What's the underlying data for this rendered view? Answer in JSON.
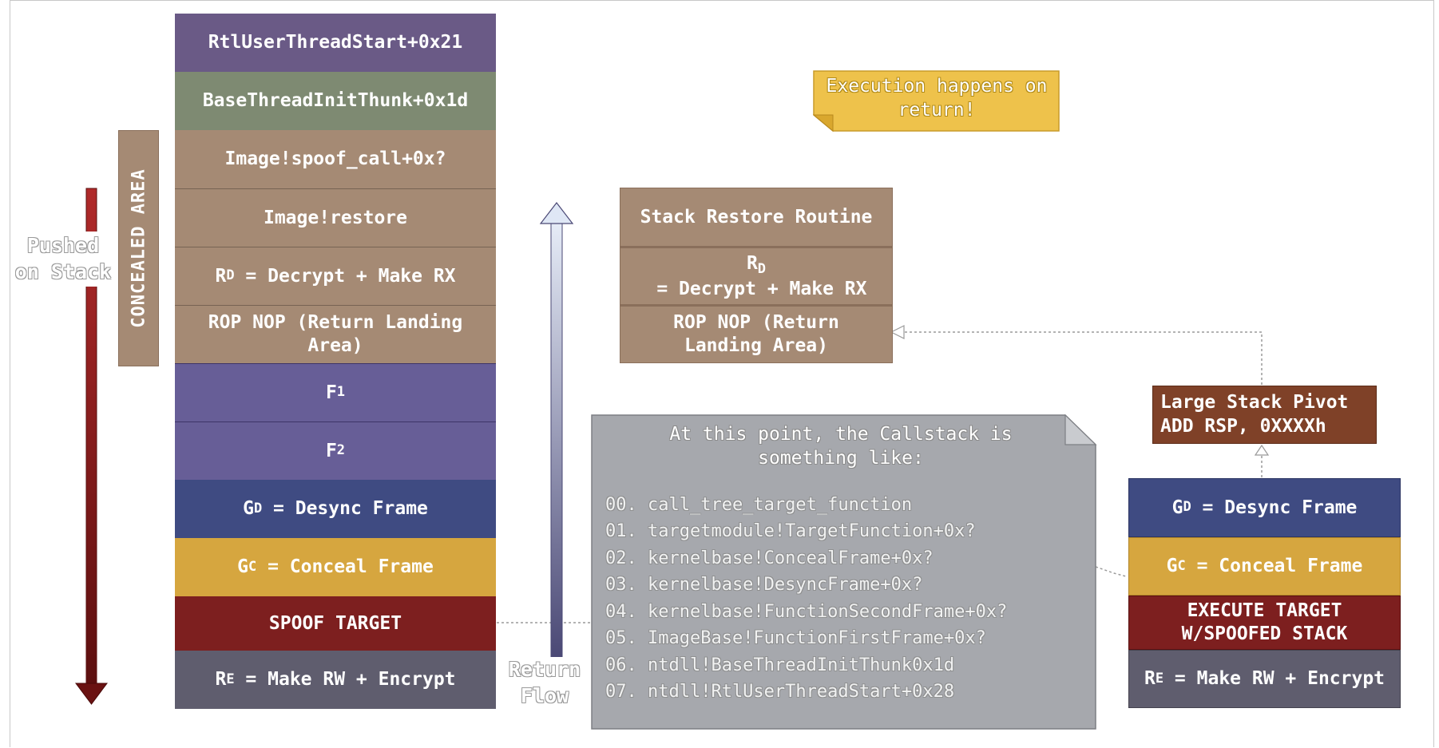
{
  "colors": {
    "purple_gray": "#6a5a86",
    "olive_gray": "#7e8a72",
    "tan": "#a58a74",
    "violet": "#675e97",
    "navy": "#3f4b82",
    "gold": "#d6a63f",
    "maroon": "#7d1f1f",
    "slate": "#5f5d6e",
    "brown": "#7f4128",
    "note_gray": "#a6a8ad",
    "callout_gold": "#eec24b"
  },
  "left_stack": {
    "rows": [
      {
        "text": "RtlUserThreadStart+0x21"
      },
      {
        "text": "BaseThreadInitThunk+0x1d"
      },
      {
        "text": "Image!spoof_call+0x?"
      },
      {
        "text": "Image!restore"
      },
      {
        "prefix": "R",
        "sub": "D",
        "suffix": " = Decrypt + Make RX"
      },
      {
        "text": "ROP NOP (Return Landing Area)"
      },
      {
        "prefix": "F",
        "sub": "1",
        "suffix": ""
      },
      {
        "prefix": "F",
        "sub": "2",
        "suffix": ""
      },
      {
        "prefix": "G",
        "sub": "D",
        "suffix": " = Desync Frame"
      },
      {
        "prefix": "G",
        "sub": "C",
        "suffix": " = Conceal Frame"
      },
      {
        "text": "SPOOF TARGET"
      },
      {
        "prefix": "R",
        "sub": "E",
        "suffix": " = Make RW + Encrypt"
      }
    ]
  },
  "labels": {
    "concealed_area": "CONCEALED AREA",
    "pushed_on_stack": "Pushed on Stack",
    "return_flow": "Return Flow"
  },
  "callout": {
    "text": "Execution happens on return!"
  },
  "restore_routine": {
    "title": "Stack Restore Routine",
    "row2_prefix": "R",
    "row2_sub": "D",
    "row2_suffix": " = Decrypt + Make RX",
    "row3": "ROP NOP (Return Landing Area)"
  },
  "pivot": {
    "line1": "Large Stack Pivot",
    "line2": "ADD RSP, 0XXXXh"
  },
  "note": {
    "title": "At this point, the Callstack is something like:",
    "lines": [
      "00. call_tree_target_function",
      "01. targetmodule!TargetFunction+0x?",
      "02. kernelbase!ConcealFrame+0x?",
      "03. kernelbase!DesyncFrame+0x?",
      "04. kernelbase!FunctionSecondFrame+0x?",
      "05. ImageBase!FunctionFirstFrame+0x?",
      "06. ntdll!BaseThreadInitThunk0x1d",
      "07. ntdll!RtlUserThreadStart+0x28"
    ]
  },
  "right_stack": {
    "rows": [
      {
        "prefix": "G",
        "sub": "D",
        "suffix": " = Desync Frame"
      },
      {
        "prefix": "G",
        "sub": "C",
        "suffix": " = Conceal Frame"
      },
      {
        "line1": "EXECUTE TARGET",
        "line2": "W/SPOOFED STACK"
      },
      {
        "prefix": "R",
        "sub": "E",
        "suffix": " = Make RW + Encrypt"
      }
    ]
  }
}
